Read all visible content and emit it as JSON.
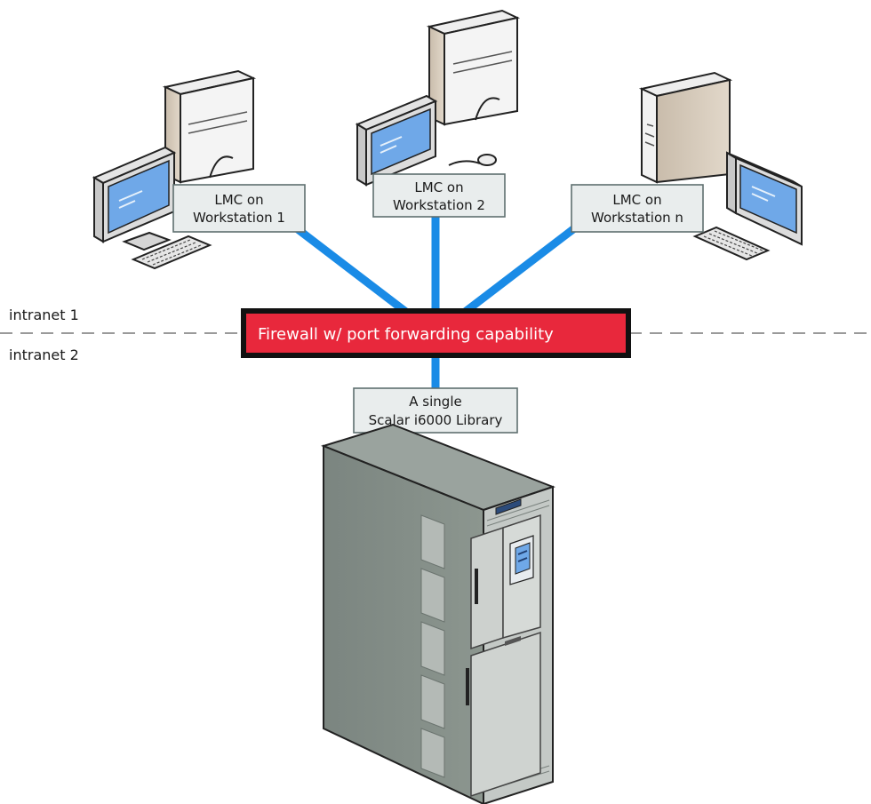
{
  "zones": {
    "upper": "intranet 1",
    "lower": "intranet 2"
  },
  "firewall": {
    "label": "Firewall w/ port forwarding capability",
    "fill_color": "#e8283c",
    "border_color": "#111111"
  },
  "workstations": [
    {
      "label_line1": "LMC on",
      "label_line2": "Workstation 1"
    },
    {
      "label_line1": "LMC on",
      "label_line2": "Workstation 2"
    },
    {
      "label_line1": "LMC on",
      "label_line2": "Workstation n"
    }
  ],
  "library": {
    "label_line1": "A single",
    "label_line2": "Scalar i6000 Library"
  },
  "colors": {
    "link": "#1a8be6",
    "divider": "#9a9a9a",
    "monitor_screen": "#6fa8e8",
    "tower": "#d8cdbd",
    "rack": "#858f89"
  },
  "icons": {
    "workstation": "desktop-computer-icon",
    "library": "tape-library-rack-icon"
  }
}
